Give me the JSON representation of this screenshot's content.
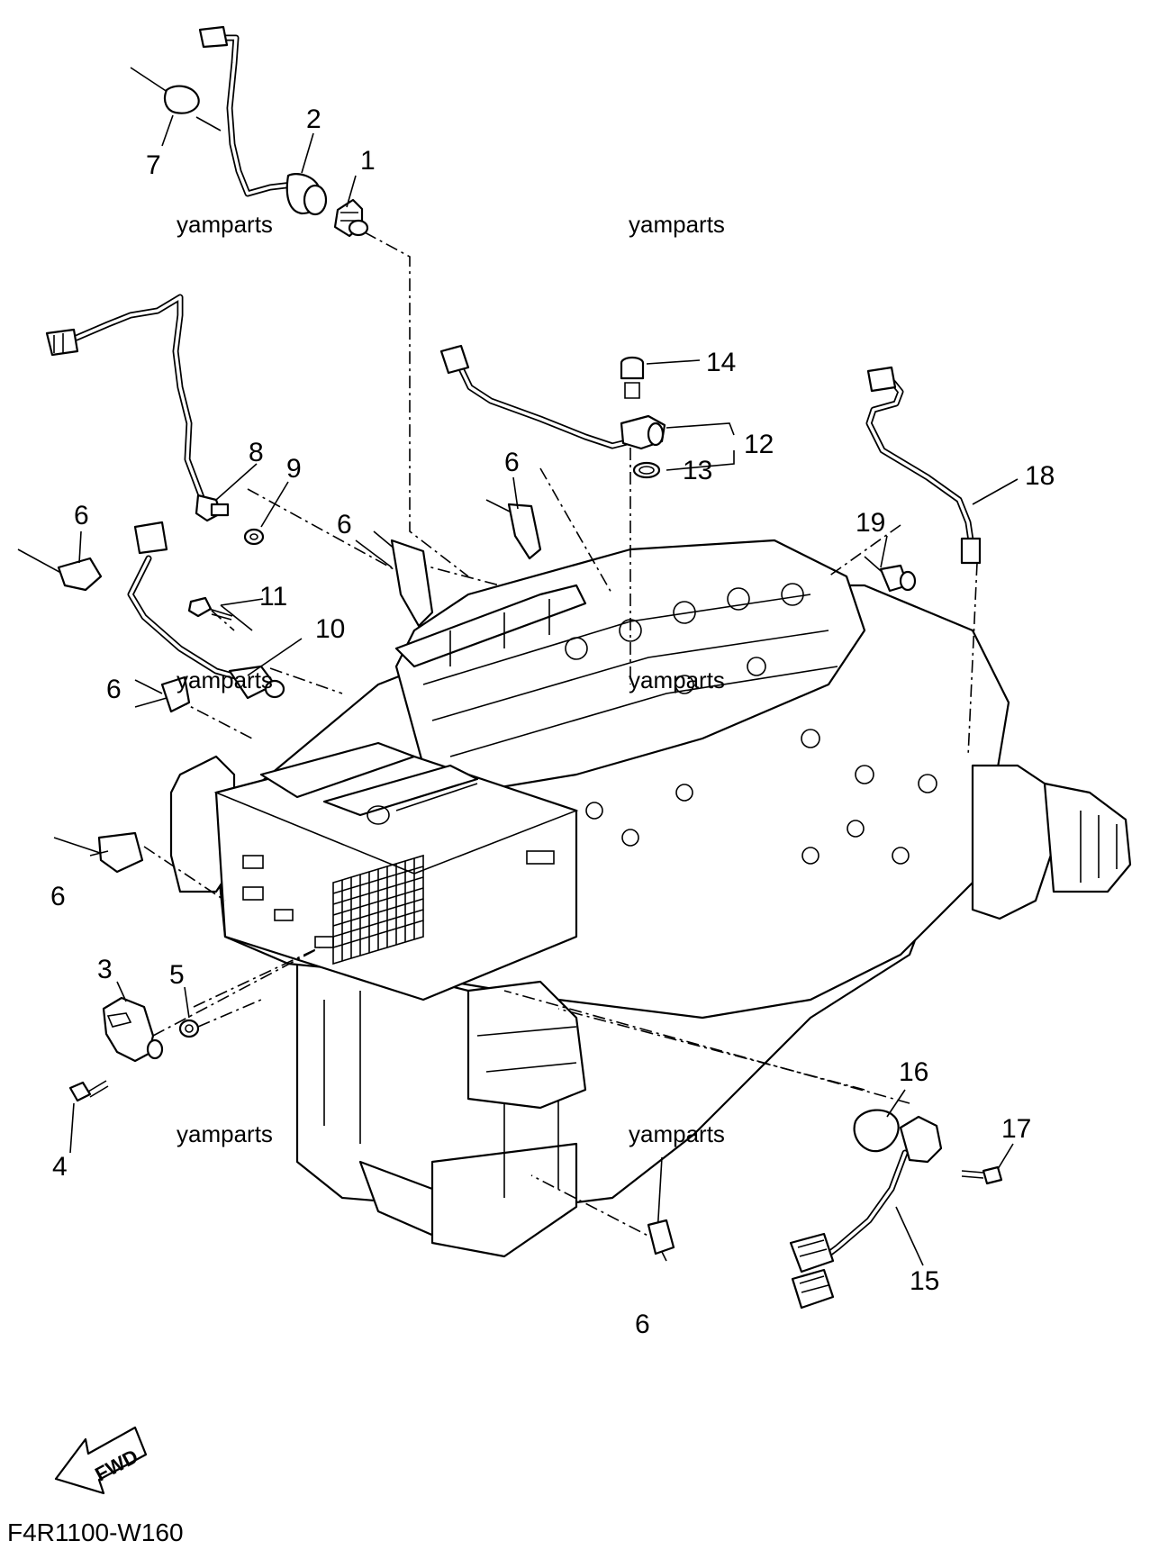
{
  "callouts": {
    "c1": "1",
    "c2": "2",
    "c3": "3",
    "c4": "4",
    "c5": "5",
    "c6a": "6",
    "c6b": "6",
    "c6c": "6",
    "c6d": "6",
    "c6e": "6",
    "c6f": "6",
    "c7": "7",
    "c8": "8",
    "c9": "9",
    "c10": "10",
    "c11": "11",
    "c12": "12",
    "c13": "13",
    "c14": "14",
    "c15": "15",
    "c16": "16",
    "c17": "17",
    "c18": "18",
    "c19": "19"
  },
  "watermarks": [
    "yamparts",
    "yamparts",
    "yamparts",
    "yamparts",
    "yamparts",
    "yamparts"
  ],
  "fwd_label": "FWD",
  "diagram_code": "F4R1100-W160"
}
